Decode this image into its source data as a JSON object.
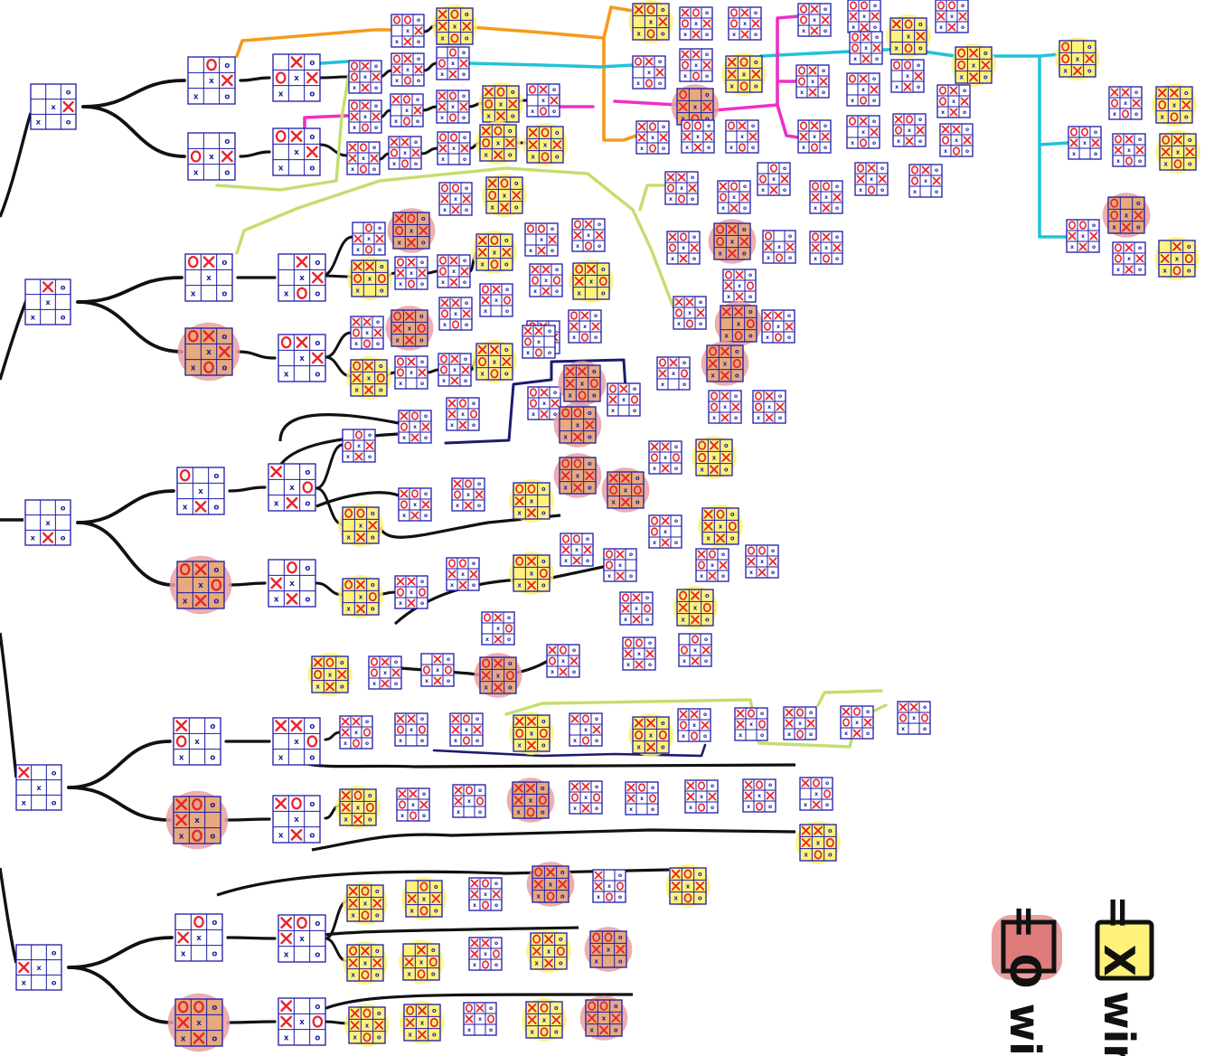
{
  "legend": {
    "o_win": {
      "label": "= O win",
      "color": "#e07b7b"
    },
    "x_win": {
      "label": "= X win",
      "color": "#fff27a"
    }
  },
  "colors": {
    "board_line": "#1a1aa8",
    "x_given": "#1a1aa8",
    "o_given": "#1a1aa8",
    "x_played": "#e8232b",
    "o_played": "#e8232b",
    "branch": "#111111",
    "o_win_fill": "#e8a97c",
    "o_win_halo": "#e9a0a0",
    "x_win_fill": "#fff27a",
    "transposition_orange": "#f59a1c",
    "transposition_cyan": "#23c2d8",
    "transposition_magenta": "#ee2fc8",
    "transposition_lime": "#c4de6e",
    "transposition_navy": "#1b1b6e"
  },
  "root_positions": [
    {
      "name": "root-1",
      "board": [
        "",
        "",
        "o",
        "",
        "x",
        "X",
        "x",
        "",
        "o"
      ]
    },
    {
      "name": "root-2",
      "board": [
        "",
        "X",
        "o",
        "",
        "x",
        "",
        "x",
        "",
        "o"
      ]
    },
    {
      "name": "root-3",
      "board": [
        "",
        "",
        "o",
        "",
        "x",
        "",
        "x",
        "X",
        "o"
      ]
    },
    {
      "name": "root-4",
      "board": [
        "X",
        "",
        "o",
        "",
        "x",
        "",
        "x",
        "",
        "o"
      ]
    },
    {
      "name": "root-5",
      "board": [
        "",
        "",
        "o",
        "X",
        "x",
        "",
        "x",
        "",
        "o"
      ]
    }
  ]
}
